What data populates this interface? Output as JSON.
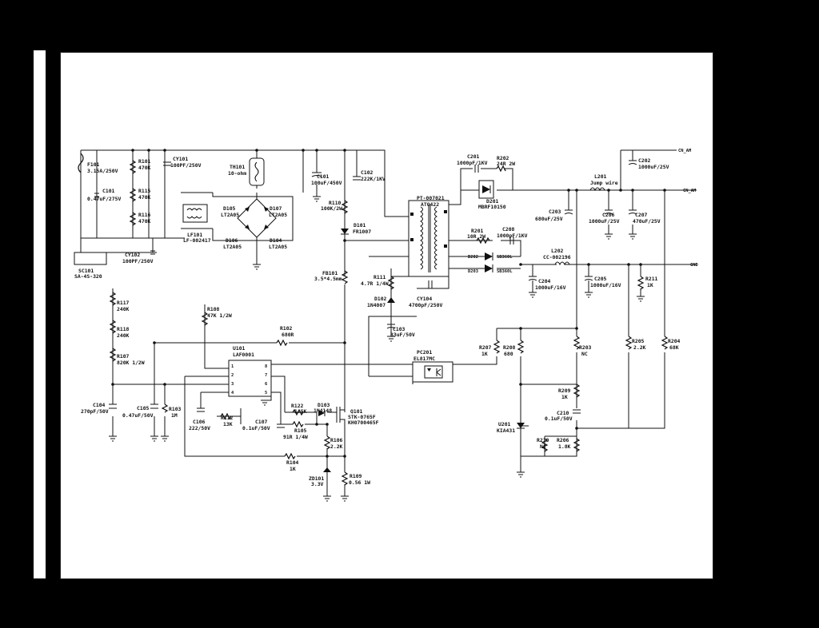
{
  "colors": {
    "background": "#000000",
    "sheet": "#ffffff",
    "ink": "#111111"
  },
  "labels": {
    "F101": "F101",
    "F101_val": "3.15A/250V",
    "C101X": "C101",
    "C101X_val": "0.47uF/275V",
    "R101": "R101",
    "R101_val": "470K",
    "R115": "R115",
    "R115_val": "470K",
    "R116": "R116",
    "R116_val": "470K",
    "CY101": "CY101",
    "CY101_val": "100PF/250V",
    "CY102": "CY102",
    "CY102_val": "100PF/250V",
    "SC101": "SC101",
    "SC101_val": "SA-4S-320",
    "LF101": "LF101",
    "LF101_val": "LF-002417",
    "TH101": "TH101",
    "TH101_val": "10-ohm",
    "D105": "D105",
    "D105_val": "LT2A05",
    "D106": "D106",
    "D106_val": "LT2A05",
    "D107": "D107",
    "D107_val": "LT2A05",
    "D104": "D104",
    "D104_val": "LT2A05",
    "C101": "C101",
    "C101_val": "100uF/450V",
    "C102": "C102",
    "C102_val": "222K/1KV",
    "R110": "R110",
    "R110_val": "100K/2W",
    "D101": "D101",
    "D101_val": "FR1007",
    "FB101": "FB101",
    "FB101_val": "3.5*4.5mm",
    "R111": "R111",
    "R111_val": "4.7R 1/4W",
    "D102": "D102",
    "D102_val": "1N4007",
    "C103": "C103",
    "C103_val": "33uF/50V",
    "T101": "PT-007021",
    "T101_val": "ATO422",
    "CY104": "CY104",
    "CY104_val": "4700pF/250V",
    "C201": "C201",
    "C201_val": "1000pF/1KV",
    "R202": "R202",
    "R202_val": "24R 2W",
    "D201": "D201",
    "D201_val": "MBRF10150",
    "R201": "R201",
    "R201_val": "10R 2W",
    "C208": "C208",
    "C208_val": "1000pF/1KV",
    "D202": "D202",
    "D202_val": "SB360L",
    "D203": "D203",
    "D203_val": "SB360L",
    "C202": "C202",
    "C202_val": "1000uF/25V",
    "L201": "L201",
    "L201_val": "Jump wire",
    "C203": "C203",
    "C203_val": "680uF/25V",
    "C206": "C206",
    "C206_val": "1000uF/25V",
    "C207": "C207",
    "C207_val": "470uF/25V",
    "L202": "L202",
    "L202_val": "CC-002196",
    "C204": "C204",
    "C204_val": "1000uF/16V",
    "C205": "C205",
    "C205_val": "1000uF/16V",
    "R211": "R211",
    "R211_val": "1K",
    "R117": "R117",
    "R117_val": "240K",
    "R118": "R118",
    "R118_val": "240K",
    "R107": "R107",
    "R107_val": "820K 1/2W",
    "R108": "R108",
    "R108_val": "47K 1/2W",
    "R102": "R102",
    "R102_val": "680R",
    "U101": "U101",
    "U101_val": "LAF0001",
    "C104": "C104",
    "C104_val": "270pF/50V",
    "C105": "C105",
    "C105_val": "0.47uF/50V",
    "R103": "R103",
    "R103_val": "1M",
    "C106": "C106",
    "C106_val": "222/50V",
    "R112": "R112",
    "R112_val": "13K",
    "C107": "C107",
    "C107_val": "0.1uF/50V",
    "R122": "R122",
    "R122_val": "1.5K",
    "D103": "D103",
    "D103_val": "1N4148",
    "R105": "R105",
    "R105_val": "91R 1/4W",
    "Q101": "Q101",
    "Q101_val": "STK-0765F",
    "Q101_val2": "KH0700465F",
    "R106": "R106",
    "R106_val": "2.2K",
    "R104": "R104",
    "R104_val": "1K",
    "ZD101": "ZD101",
    "ZD101_val": "3.3V",
    "R109": "R109",
    "R109_val": "0.56 1W",
    "PC201": "PC201",
    "PC201_val": "EL817MC",
    "R207": "R207",
    "R207_val": "1K",
    "R208": "R208",
    "R208_val": "680",
    "R203": "R203",
    "R203_val": "NC",
    "R205": "R205",
    "R205_val": "2.2K",
    "R204": "R204",
    "R204_val": "68K",
    "R209": "R209",
    "R209_val": "1K",
    "C210": "C210",
    "C210_val": "0.1uF/50V",
    "U201": "U201",
    "U201_val": "KIA431",
    "R210": "R210",
    "R210_val": "NC",
    "R206": "R206",
    "R206_val": "1.8K",
    "net_out1": "CN_AM",
    "net_out2": "CN_AM",
    "net_out3": "GND"
  }
}
